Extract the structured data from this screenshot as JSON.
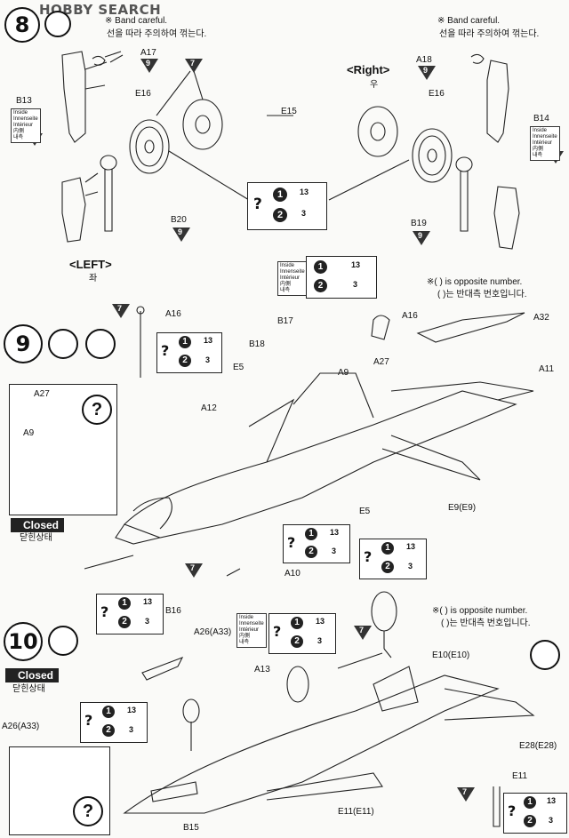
{
  "watermark": "HOBBY SEARCH",
  "steps": {
    "s8": "8",
    "s9": "9",
    "s10": "10"
  },
  "band_note": {
    "en": "※ Band careful.",
    "ko": "선을 따라 주의하여 꺾는다."
  },
  "opposite_note": {
    "en": "※( ) is opposite number.",
    "ko": "( )는 반대측 번호입니다."
  },
  "sides": {
    "right": "<Right>",
    "right_ko": "우",
    "left": "<LEFT>",
    "left_ko": "좌"
  },
  "closed": {
    "en": "Closed",
    "ko": "닫힌상태"
  },
  "inside": {
    "l1": "Inside",
    "l2": "Innenseite",
    "l3": "Intérieur",
    "l4": "内側",
    "l5": "내측"
  },
  "paint": {
    "c1": "1",
    "c2": "2",
    "n13": "13",
    "n3": "3",
    "q": "?"
  },
  "tri_nums": {
    "t7": "7",
    "t9": "9"
  },
  "parts": {
    "A17": "A17",
    "A18": "A18",
    "B13": "B13",
    "B14": "B14",
    "E16": "E16",
    "E15": "E15",
    "B20": "B20",
    "B19": "B19",
    "A16": "A16",
    "A32": "A32",
    "B17": "B17",
    "B18": "B18",
    "A27": "A27",
    "A11": "A11",
    "E5": "E5",
    "A9": "A9",
    "A12": "A12",
    "E9": "E9(E9)",
    "A10": "A10",
    "B16": "B16",
    "A26": "A26(A33)",
    "A13": "A13",
    "E10": "E10(E10)",
    "E28": "E28(E28)",
    "E11": "E11",
    "E11b": "E11(E11)",
    "B15": "B15"
  },
  "colors": {
    "ink": "#111111",
    "paper": "#fafaf8"
  }
}
